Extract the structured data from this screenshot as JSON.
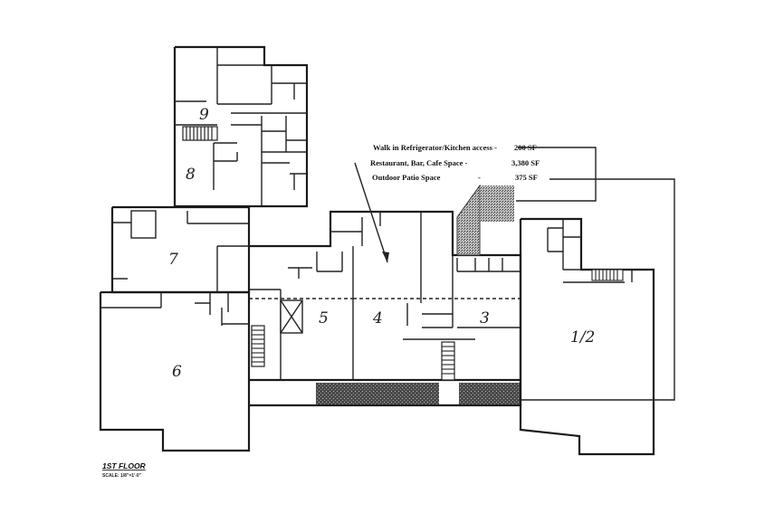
{
  "units": {
    "u9": "9",
    "u8": "8",
    "u7": "7",
    "u6": "6",
    "u5": "5",
    "u4": "4",
    "u3": "3",
    "u12": "1/2"
  },
  "legend": [
    {
      "label": "Walk in Refrigerator/Kitchen access -",
      "area": "200 SF"
    },
    {
      "label": "Restaurant, Bar, Cafe Space -",
      "area": "3,380 SF"
    },
    {
      "label": "Outdoor Patio Space",
      "dash": "-",
      "area": "375 SF"
    }
  ],
  "title": "1ST FLOOR",
  "scale": "SCALE: 1/8\"=1'-0\""
}
